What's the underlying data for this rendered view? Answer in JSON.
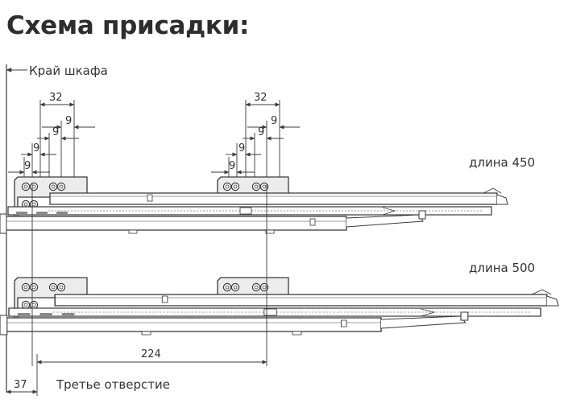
{
  "title": "Схема присадки:",
  "labels": {
    "cabinet_edge": "Край шкафа",
    "third_hole": "Третье отверстие",
    "length_450": "длина 450",
    "length_500": "длина 500"
  },
  "dimensions": {
    "spacing_32_a": "32",
    "spacing_32_b": "32",
    "spacing_9": "9",
    "spacing_224": "224",
    "offset_37": "37"
  },
  "colors": {
    "line": "#3a3a3a",
    "bracket": "#ececec",
    "text": "#333333"
  }
}
